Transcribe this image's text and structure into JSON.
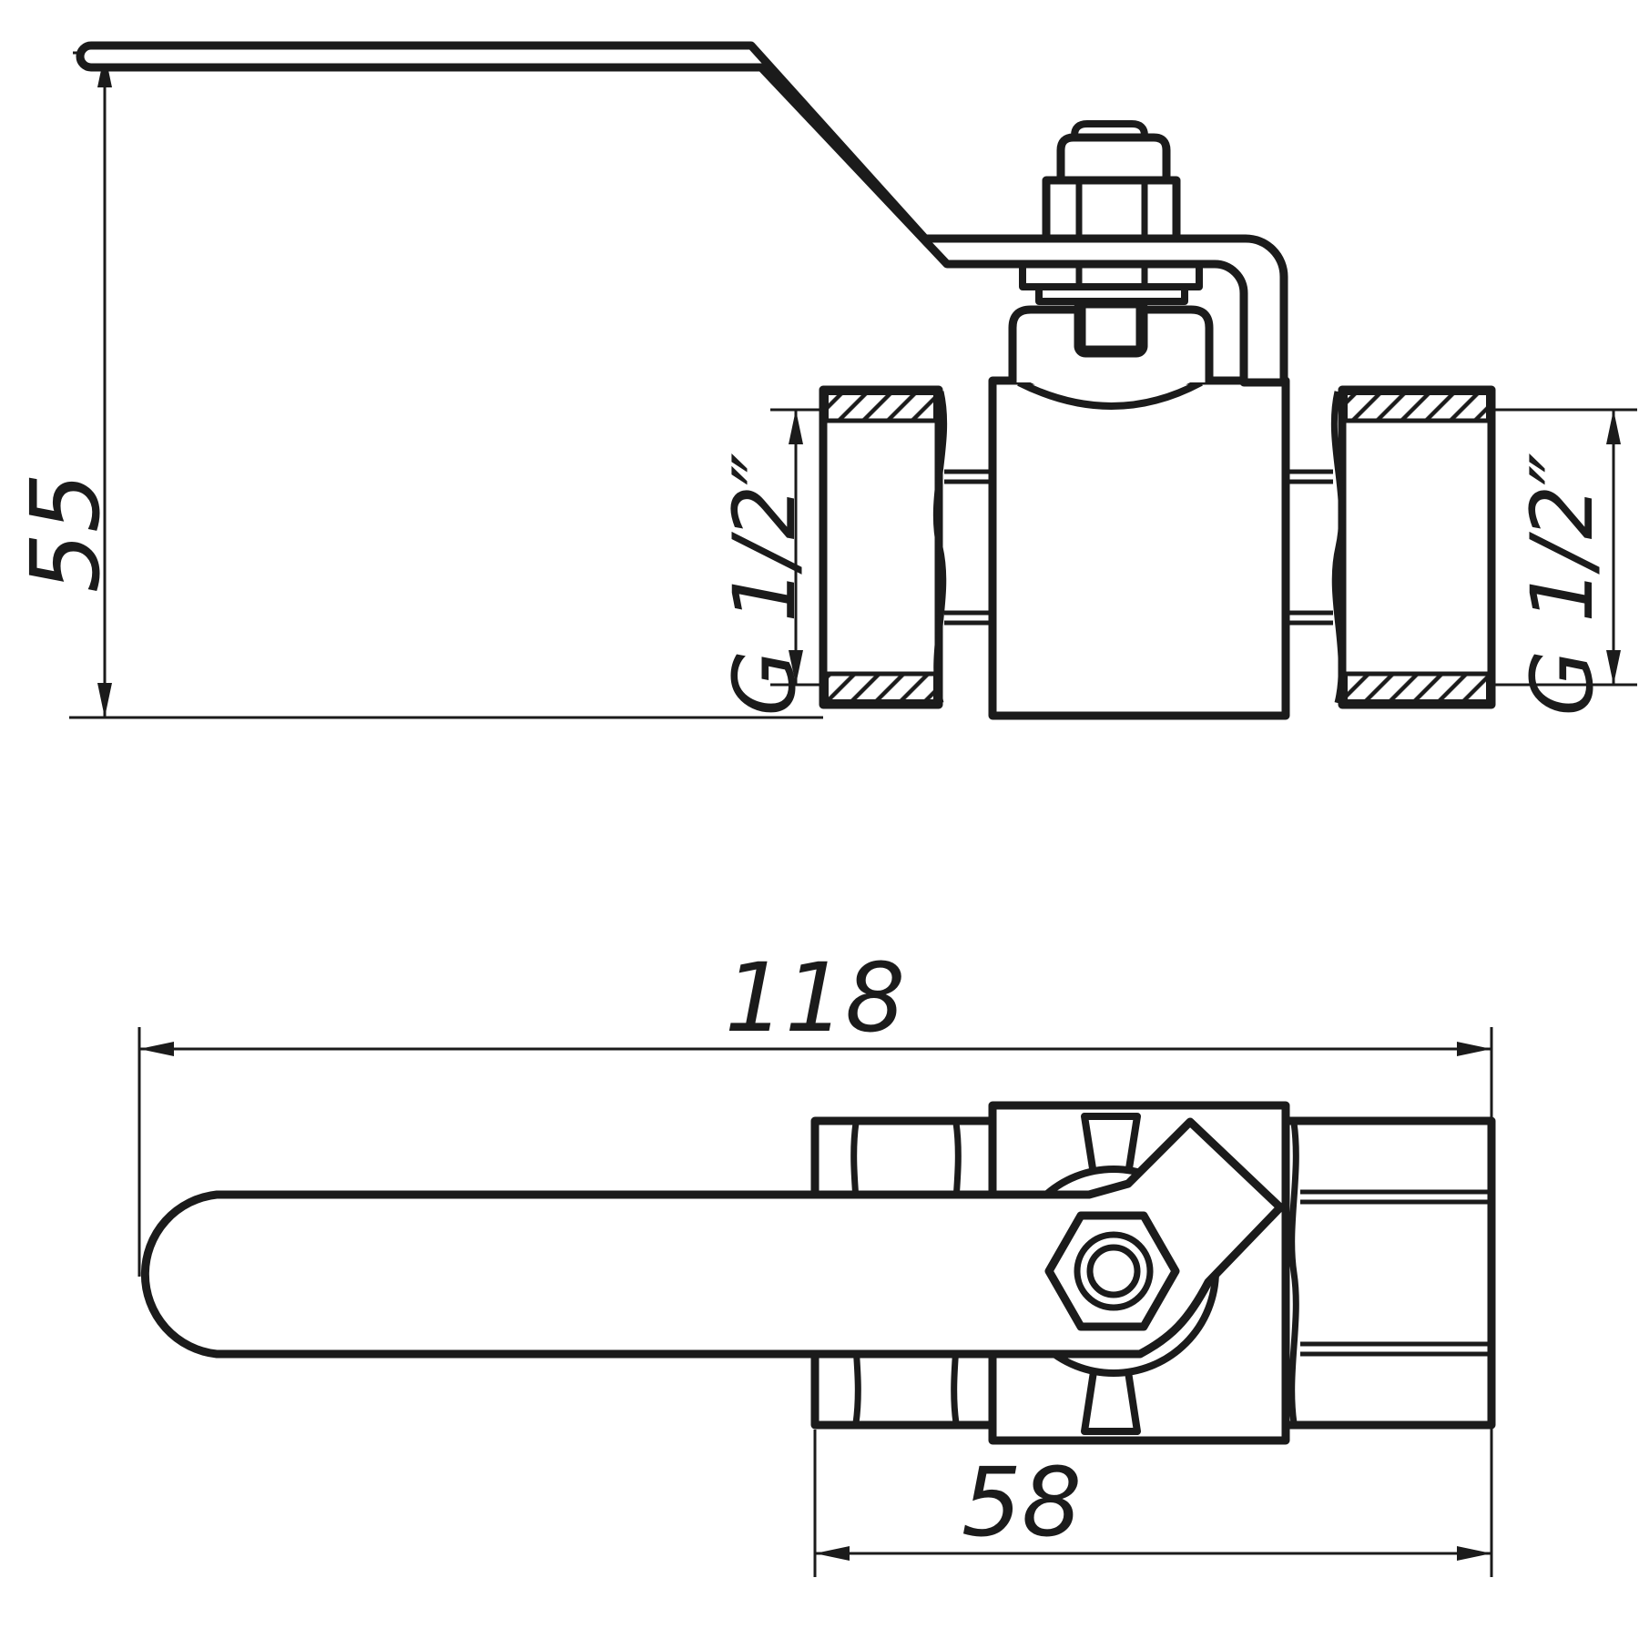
{
  "drawing": {
    "kind": "ball-valve two-view dimensioned technical drawing",
    "colors": {
      "ink": "#1b1b1b",
      "paper": "#ffffff"
    },
    "side_view": {
      "dim_height": {
        "label": "55"
      },
      "dim_thread_left": {
        "label": "G 1/2″"
      },
      "dim_thread_right": {
        "label": "G 1/2″"
      }
    },
    "plan_view": {
      "dim_overall_length": {
        "label": "118"
      },
      "dim_body_length": {
        "label": "58"
      }
    }
  }
}
